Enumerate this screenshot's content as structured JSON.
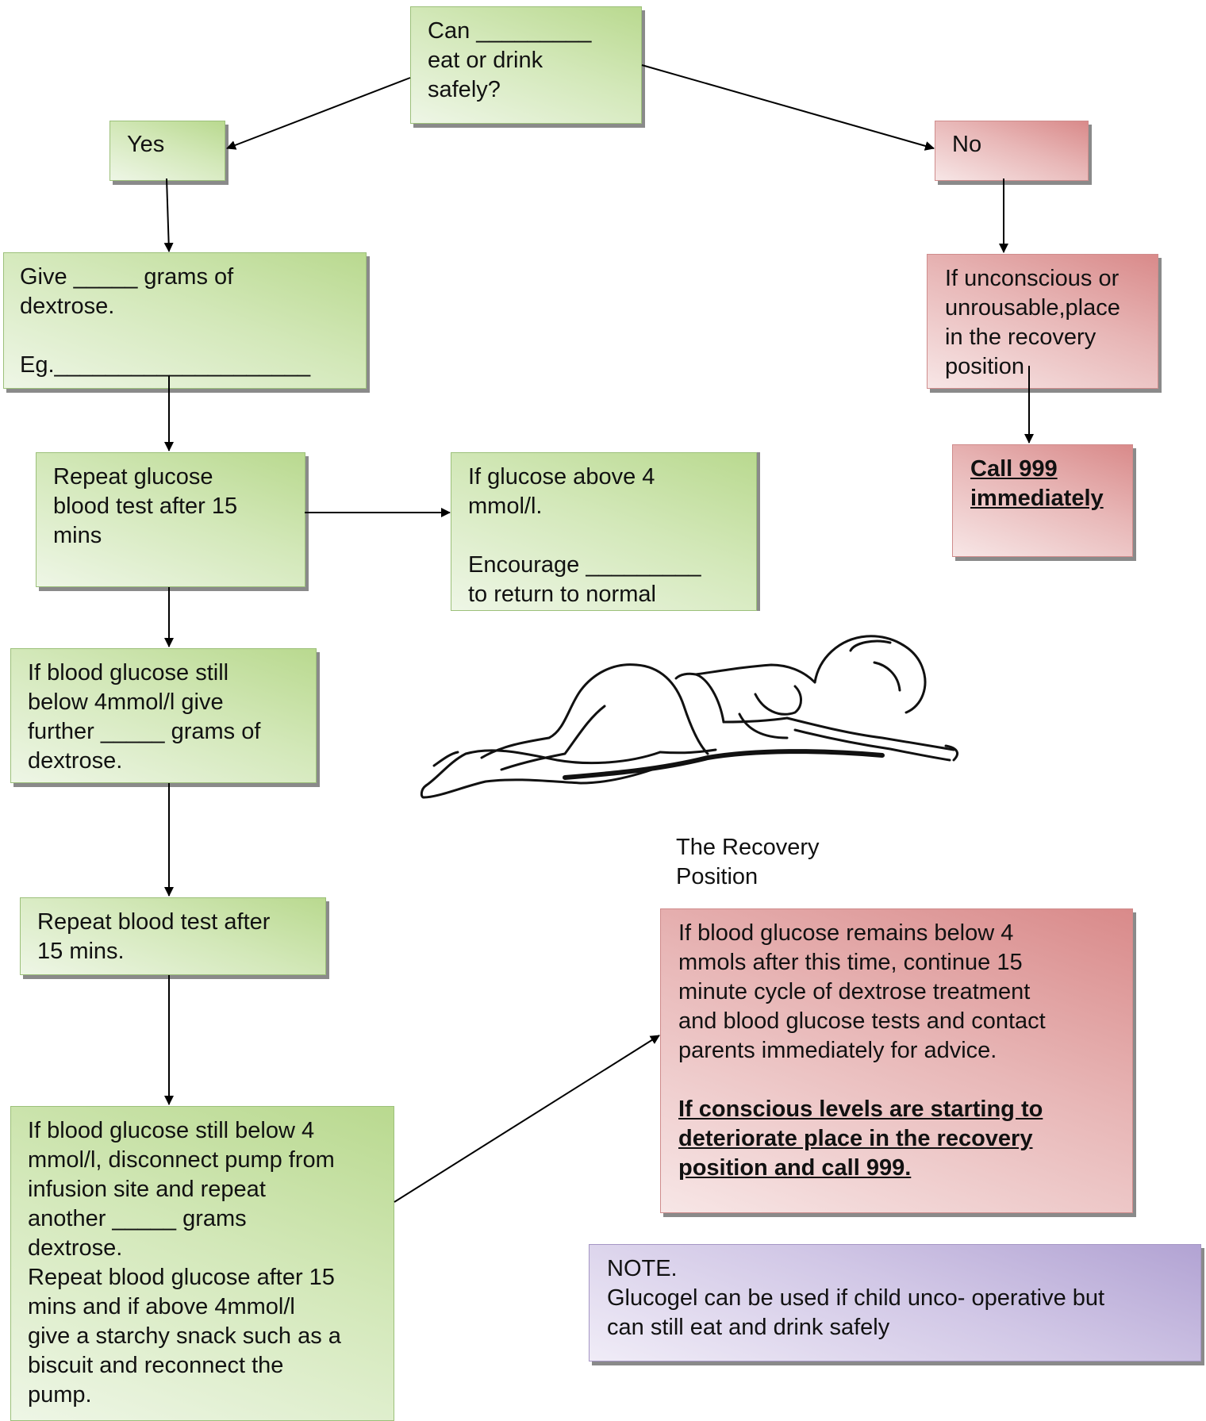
{
  "boxes": {
    "question": "Can _________\neat or drink\nsafely?",
    "yes": "Yes",
    "no": "No",
    "give_dextrose": "Give _____ grams of\ndextrose.\n\nEg.____________________",
    "repeat_test": "Repeat glucose\nblood test after 15\nmins",
    "above_four": "If glucose above 4\nmmol/l.\n\nEncourage _________\nto return to normal",
    "still_below": "If blood glucose still\nbelow 4mmol/l give\nfurther _____ grams of\ndextrose.",
    "repeat_after": "Repeat blood test after\n15 mins.",
    "disconnect_pump": "If blood glucose still below 4\nmmol/l, disconnect pump from\ninfusion site and repeat\nanother _____ grams\ndextrose.\nRepeat blood glucose after 15\nmins and if above 4mmol/l\ngive a starchy snack such as a\nbiscuit and reconnect the\npump.",
    "unconscious": "If unconscious or\nunrousable,place\nin the recovery\nposition",
    "call_999": "Call 999\nimmediately",
    "remains_below": "If blood glucose remains below 4\nmmols after this time, continue 15\nminute cycle of dextrose treatment\nand blood glucose tests and contact\nparents immediately for advice.",
    "deteriorate": "If conscious levels are starting to\ndeteriorate place in the recovery\nposition and call 999.",
    "note": "NOTE.\nGlucogel can be used if child unco- operative but\ncan still eat and drink safely"
  },
  "figure": {
    "caption": "The Recovery\nPosition",
    "icon": "recovery-position-illustration"
  },
  "colors": {
    "green_box": "#c7e0a6",
    "red_box": "#e3a9a9",
    "purple_box": "#cbbfe2",
    "arrow": "#000000"
  }
}
